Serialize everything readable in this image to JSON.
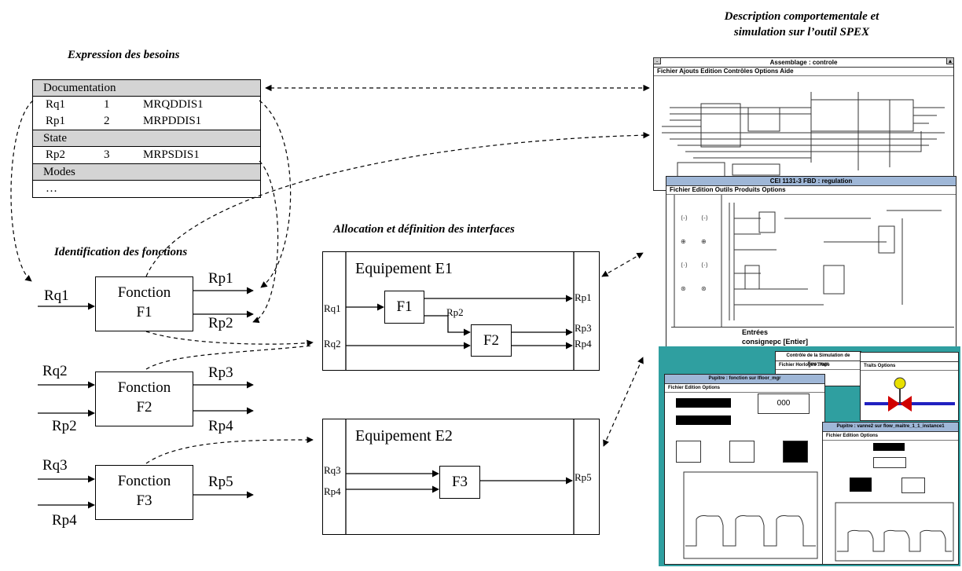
{
  "titles": {
    "expression": "Expression des besoins",
    "identification": "Identification des fonctions",
    "allocation": "Allocation et définition des interfaces",
    "description_line1": "Description comportementale et",
    "description_line2": "simulation sur l’outil SPEX"
  },
  "table": {
    "sections": [
      {
        "header": "Documentation",
        "rows": [
          [
            "Rq1",
            "1",
            "MRQDDIS1"
          ],
          [
            "Rp1",
            "2",
            "MRPDDIS1"
          ]
        ]
      },
      {
        "header": "State",
        "rows": [
          [
            "Rp2",
            "3",
            "MRPSDIS1"
          ]
        ]
      },
      {
        "header": "Modes",
        "rows": [
          [
            "…",
            "",
            ""
          ]
        ]
      }
    ]
  },
  "functions": [
    {
      "name_line1": "Fonction",
      "name_line2": "F1",
      "inputs": [
        "Rq1"
      ],
      "outputs": [
        "Rp1",
        "Rp2"
      ]
    },
    {
      "name_line1": "Fonction",
      "name_line2": "F2",
      "inputs": [
        "Rq2",
        "Rp2"
      ],
      "outputs": [
        "Rp3",
        "Rp4"
      ]
    },
    {
      "name_line1": "Fonction",
      "name_line2": "F3",
      "inputs": [
        "Rq3",
        "Rp4"
      ],
      "outputs": [
        "Rp5"
      ]
    }
  ],
  "equipments": [
    {
      "title": "Equipement E1",
      "inputs": [
        "Rq1",
        "Rq2"
      ],
      "outputs": [
        "Rp1",
        "Rp3",
        "Rp4"
      ],
      "internal_labels": [
        "Rp2"
      ],
      "functions": [
        "F1",
        "F2"
      ]
    },
    {
      "title": "Equipement E2",
      "inputs": [
        "Rq3",
        "Rp4"
      ],
      "outputs": [
        "Rp5"
      ],
      "functions": [
        "F3"
      ]
    }
  ],
  "screens": {
    "assembly": {
      "title": "Assemblage : controle",
      "menu": "Fichier  Ajouts  Edition  Contrôles  Options  Aide"
    },
    "fbd": {
      "title": "CEI 1131-3 FBD : regulation",
      "menu": "Fichier  Edition  Outils  Produits  Options",
      "inputs_label": "Entrées",
      "input_value": "consignepc [Entier]"
    },
    "sim": {
      "title": "Contrôle de la Simulation de flow_mgr",
      "menu": "Fichier  Horloges  Trace"
    },
    "pupitre1": {
      "title": "Pupitre : fonction sur Ifloor_mgr",
      "menu": "Fichier  Edition  Options",
      "gauge": "000"
    },
    "pupitre2": {
      "title": "Pupitre : vanne2 sur flow_maitre_1_1_instance1",
      "menu": "Fichier  Edition  Options"
    },
    "trace": {
      "menu": "Traits  Options"
    }
  },
  "colors": {
    "grey_header": "#d4d4d4",
    "screen_teal": "#2f9fa0",
    "screen_blue": "#9fb7d7",
    "valve_red": "#d00000",
    "valve_yellow": "#e8e000"
  }
}
